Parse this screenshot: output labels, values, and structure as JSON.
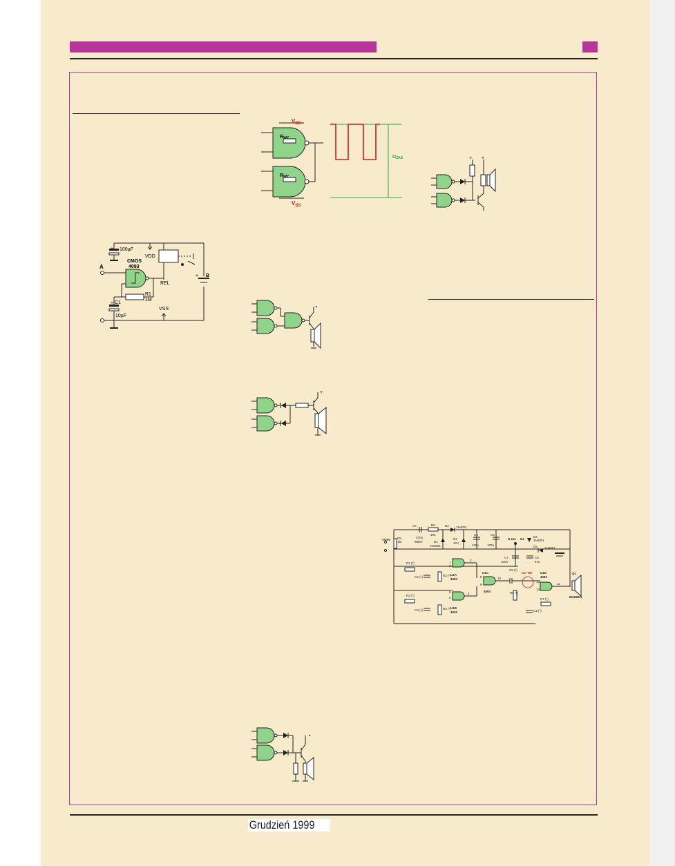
{
  "footer": {
    "date": "Grudzień 1999"
  },
  "colors": {
    "accent": "#b8359a",
    "page": "#f8ebcb",
    "gate": "#8fd48a",
    "waveform": "#d01c1c",
    "supply_line": "#22a83a"
  },
  "fig_gates_waveform": {
    "vdd": "V",
    "vdd_sub": "DD",
    "vss": "V",
    "vss_sub": "SS",
    "rwy": "R",
    "rwy_sub": "WY",
    "uzas": "U",
    "uzas_sub": "ZAS"
  },
  "fig_relay": {
    "cap_top": "100µF",
    "vdd": "VDD",
    "chip": "CMOS",
    "chip_num": "4093",
    "input": "A",
    "rel": "REL",
    "battery": "B",
    "r1": "R1",
    "r1_val": "1M",
    "c1": "C1",
    "c1_val": "10µF",
    "vss": "VSS",
    "plus": "+"
  },
  "fig_main": {
    "mains": "~220V",
    "r5": "R5",
    "r5_val": "1M",
    "c4": "C4",
    "c4_val1": "470n",
    "c4_val2": "/680V",
    "r6": "R6",
    "r6_val": "390",
    "d2": "D2",
    "d2_val": "1N4001",
    "d1": "D1",
    "d1_val": "1N4001",
    "d3": "D3",
    "d3_val": "12V",
    "c6": "C6",
    "c6_val": "100u",
    "c5": "C5",
    "c5_val": "100n",
    "uzas": "U zas",
    "u1": "U1",
    "d4": "D4",
    "d4_val": "1N4001",
    "d5": "D5",
    "d5_val": "1N4001",
    "c7": "C7",
    "c7_val": "100n",
    "c8": "C8",
    "c8_val": "47u",
    "r1": "R1 (*)",
    "r2": "R2 (*)",
    "r3": "R3 (*)",
    "r4": "R4 (*)",
    "c2": "C2 (*)",
    "c3": "C3 (*)",
    "u1a": "U1A",
    "u1b": "U1B",
    "u1c": "U1C",
    "u1d": "U1D",
    "chip": "4093",
    "c9": "C9 (*)",
    "co_to": "CO TO/",
    "r8": "R8 (*)",
    "r7": "R7 (*)",
    "c1": "C1 (*)",
    "q1": "Q1",
    "buzzer": "BUZZER",
    "pins": [
      "1",
      "2",
      "3",
      "5",
      "6",
      "4",
      "8",
      "9",
      "10",
      "12",
      "13",
      "11"
    ]
  }
}
